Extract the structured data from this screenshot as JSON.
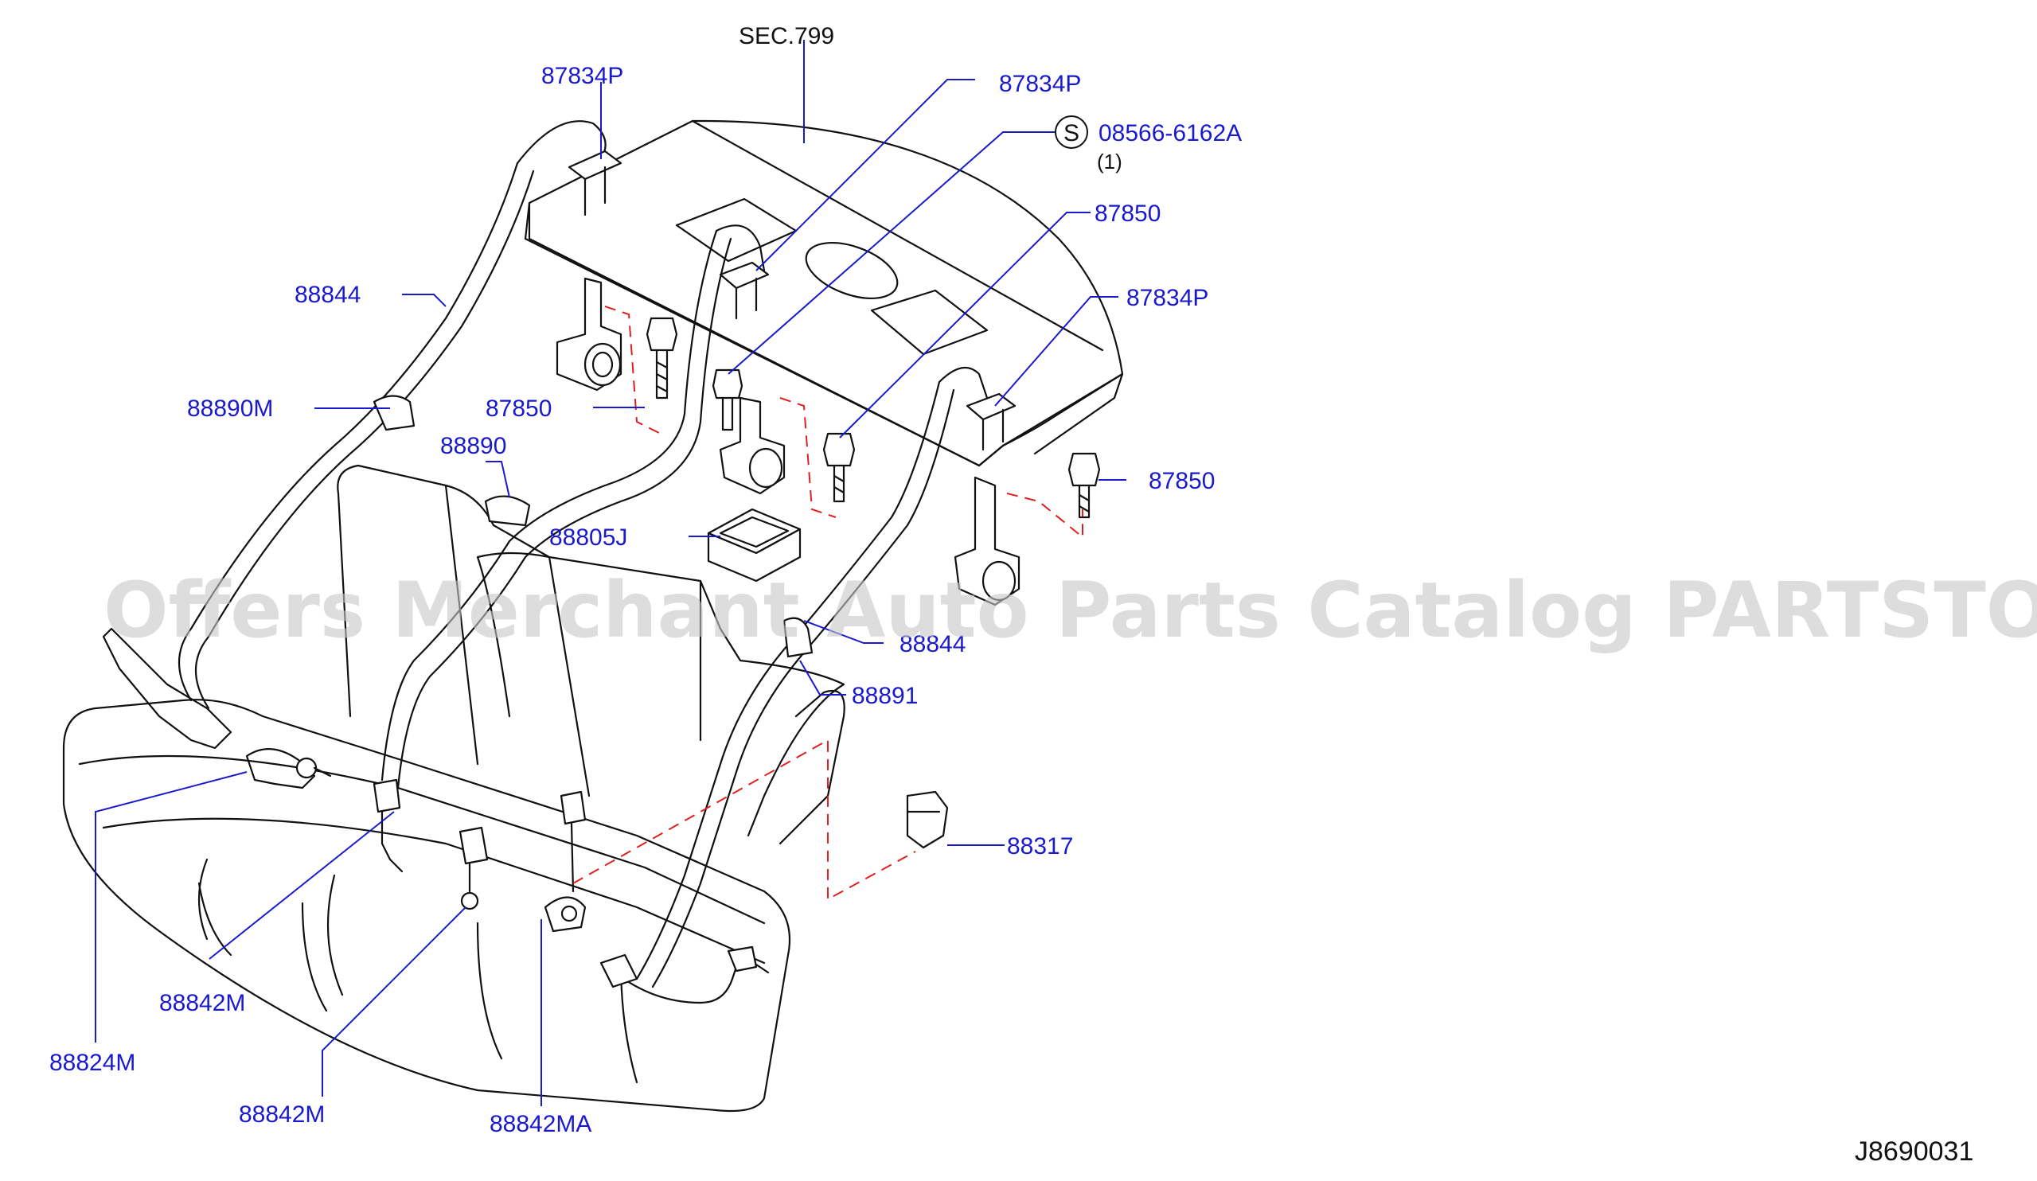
{
  "diagram_code": "J8690031",
  "watermark": "Offers Merchant Auto Parts Catalog PARTSTORE.SA",
  "section_ref": "SEC.799",
  "screw_symbol": "S",
  "labels": [
    {
      "id": "l1",
      "text": "87834P"
    },
    {
      "id": "l2",
      "text": "87834P"
    },
    {
      "id": "l3",
      "text": "08566-6162A"
    },
    {
      "id": "l4",
      "text": "(1)"
    },
    {
      "id": "l5",
      "text": "87850"
    },
    {
      "id": "l6",
      "text": "87834P"
    },
    {
      "id": "l7",
      "text": "88844"
    },
    {
      "id": "l8",
      "text": "88890M"
    },
    {
      "id": "l9",
      "text": "87850"
    },
    {
      "id": "l10",
      "text": "88890"
    },
    {
      "id": "l11",
      "text": "87850"
    },
    {
      "id": "l12",
      "text": "88805J"
    },
    {
      "id": "l13",
      "text": "88844"
    },
    {
      "id": "l14",
      "text": "88891"
    },
    {
      "id": "l15",
      "text": "88317"
    },
    {
      "id": "l16",
      "text": "88842M"
    },
    {
      "id": "l17",
      "text": "88824M"
    },
    {
      "id": "l18",
      "text": "88842M"
    },
    {
      "id": "l19",
      "text": "88842MA"
    }
  ],
  "colors": {
    "label": "#1a1acc",
    "line": "#111111",
    "dashed": "#e02020",
    "watermark": "#c8c8c8"
  }
}
